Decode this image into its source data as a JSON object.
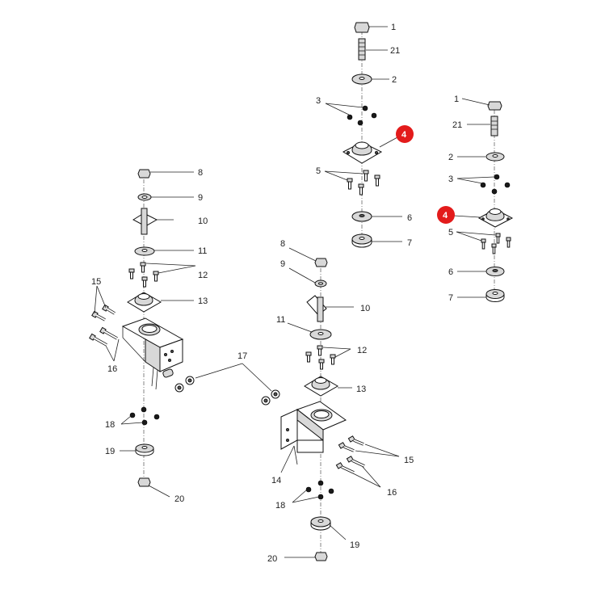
{
  "callouts": {
    "c1": "1",
    "c21": "21",
    "c2": "2",
    "c3": "3",
    "c4": "4",
    "c5": "5",
    "c6": "6",
    "c7": "7",
    "r1": "1",
    "r21": "21",
    "r2": "2",
    "r3": "3",
    "r4": "4",
    "r5": "5",
    "r6": "6",
    "r7": "7",
    "l8": "8",
    "l9": "9",
    "l10": "10",
    "l11": "11",
    "l12": "12",
    "l13": "13",
    "l15": "15",
    "l16": "16",
    "l17": "17",
    "l18": "18",
    "l19": "19",
    "l20": "20",
    "m8": "8",
    "m9": "9",
    "m10": "10",
    "m11": "11",
    "m12": "12",
    "m13": "13",
    "m14": "14",
    "m15": "15",
    "m16": "16",
    "m18": "18",
    "m19": "19",
    "m20": "20"
  },
  "colors": {
    "badge": "#e31b1b",
    "line": "#222222",
    "part_fill": "#ffffff",
    "shade": "#d8d8d8"
  }
}
